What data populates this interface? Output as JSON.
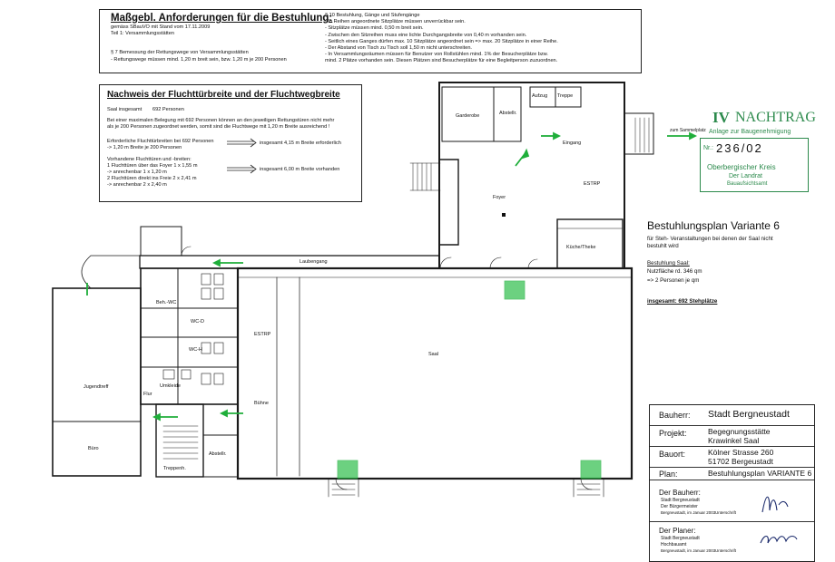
{
  "req_box": {
    "title": "Maßgebl. Anforderungen für die Bestuhlung:",
    "sub1": "gemäss SBauVO mit Stand vom 17.11.2009",
    "sub2": "Teil 1: Versammlungsstätten",
    "para1": "§ 7 Bemessung der Rettungswege von Versammlungsstätten",
    "para2": "- Rettungswege müssen mind. 1,20 m breit sein, bzw. 1,20 m je 200 Personen",
    "right": [
      "§ 10 Bestuhlung, Gänge und Stufengänge",
      "- In Reihen angeordnete Sitzplätze müssen unverrückbar sein.",
      "- Sitzplätze müssen mind. 0,50 m breit sein.",
      "- Zwischen den Sitzreihen muss eine lichte Durchgangsbreite von 0,40 m vorhanden sein.",
      "- Seitlich eines Ganges dürfen max. 10 Sitzplätze angeordnet sein  => max. 20 Sitzplätze in einer Reihe.",
      "- Der Abstand von Tisch zu Tisch soll 1,50 m nicht unterschreiten.",
      "- In Versammlungsräumen müssen für Benutzer von Rollstühlen mind. 1% der Besucherplätze bzw.",
      "  mind. 2 Plätze vorhanden sein. Diesen Plätzen sind Besucherplätze für eine Begleitperson zuzuordnen."
    ]
  },
  "proof_box": {
    "title": "Nachweis der Fluchttürbreite und der Fluchtwegbreite",
    "line1_label": "Saal insgesamt",
    "line1_value": "692 Personen",
    "para": [
      "Bei einer maximalen Belegung mit 692 Personen können an den jeweiligen Rettungstüren nicht mehr",
      "als je 200 Personen zugeordnet werden, somit sind die Fluchtwege mit 1,20 m Breite ausreichend !"
    ],
    "req_left": [
      "Erforderliche Fluchttürbreiten bei 692 Personen",
      "-> 1,20 m Breite je 200 Personen"
    ],
    "req_right": "insgesamt 4,15 m Breite erforderlich",
    "exist_left": [
      "Vorhandene Fluchttüren und -breiten:",
      "1 Fluchttüren über das Foyer  1 x  1,55 m",
      "-> anrechenbar 1 x 1,20 m",
      "2 Fluchttüren direkt ins Freie 2 x 2,41 m",
      "-> anrechenbar 2 x 2,40 m"
    ],
    "exist_right": "insgesamt 6,00 m Breite vorhanden"
  },
  "plan_title": {
    "heading": "Bestuhlungsplan Variante 6",
    "desc": [
      "für Steh- Veranstaltungen bei denen der Saal nicht",
      "bestuhlt wird"
    ],
    "saal_label": "Bestuhlung Saal:",
    "area": "Nutzfläche rd. 346 qm",
    "density": "=> 2 Personen je qm",
    "total": "insgesamt: 692 Stehplätze"
  },
  "stamp": {
    "roman": "IV",
    "word": "NACHTRAG",
    "line1": "Anlage zur Baugenehmigung",
    "nr_label": "Nr.:",
    "nr_value": "236/02",
    "line2": "Oberbergischer Kreis",
    "line3": "Der Landrat",
    "line4": "Bauaufsichtsamt"
  },
  "rooms": {
    "saal": "Saal",
    "foyer": "Foyer",
    "buehne": "Bühne",
    "garderobe": "Garderobe",
    "abstell1": "Abstellr.",
    "abstell2": "Abstellr.",
    "aufzug": "Aufzug",
    "treppe": "Treppe",
    "eingang": "Eingang",
    "kueche": "Küche/Theke",
    "laubengang": "Laubengang",
    "jugendtreff": "Jugendtreff",
    "buero": "Büro",
    "flur": "Flur",
    "umkleide": "Umkleide",
    "wc_d": "WC-D",
    "wc_h": "WC-H",
    "beh_wc": "Beh.-WC",
    "treppenh": "Treppenh.",
    "sammelplatz": "zum Sammelplatz",
    "estrp1": "ESTRP",
    "estrp2": "ESTRP"
  },
  "titleblock": {
    "bauherr_key": "Bauherr:",
    "bauherr_val": "Stadt Bergneustadt",
    "projekt_key": "Projekt:",
    "projekt_val1": "Begegnungsstätte",
    "projekt_val2": "Krawinkel Saal",
    "bauort_key": "Bauort:",
    "bauort_val1": "Kölner Strasse 260",
    "bauort_val2": "51702 Bergeustadt",
    "plan_key": "Plan:",
    "plan_val": "Bestuhlungsplan VARIANTE  6",
    "der_bauherr": "Der Bauherr:",
    "bh_lines": [
      "Stadt Bergneustadt",
      "Der Bürgermeister",
      "Bergneustadt, im Januar 2003"
    ],
    "unterschrift": "Unterschrift",
    "der_planer": "Der Planer:",
    "pl_lines": [
      "Stadt Bergneustadt",
      "Hochbauamt",
      "Bergneustadt, im Januar 2003"
    ]
  },
  "colors": {
    "line": "#1a1a1a",
    "green_arrow": "#1fae3a",
    "stamp": "#2c8a4c",
    "exit_fill": "#3cc256"
  }
}
